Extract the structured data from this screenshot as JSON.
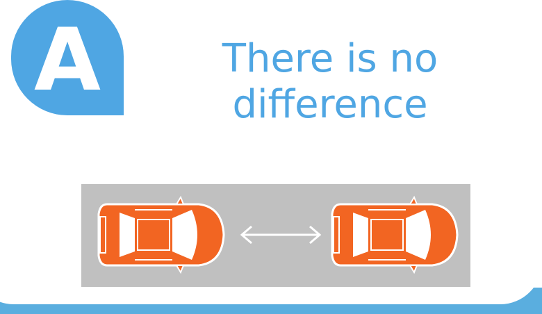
{
  "badge": {
    "letter": "A"
  },
  "answer": {
    "line1": "There is no",
    "line2": "difference"
  },
  "colors": {
    "accent": "#4fa6e3",
    "car": "#f26522",
    "road": "#c0c0c0",
    "band": "#5aaedf"
  },
  "icons": [
    "car-left-icon",
    "double-arrow-icon",
    "car-right-icon"
  ]
}
